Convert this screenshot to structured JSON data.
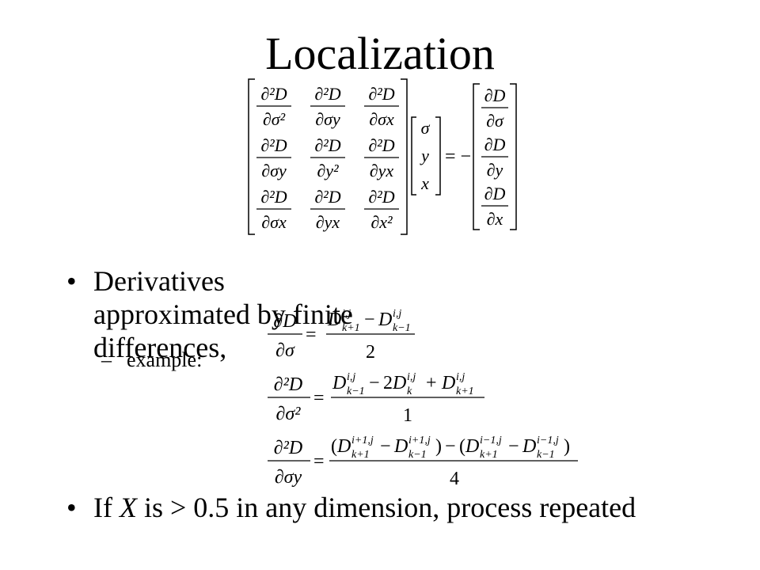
{
  "slide": {
    "title": "Localization",
    "bullets": [
      {
        "marker": "•",
        "text": "Derivatives approximated by finite differences,"
      },
      {
        "marker": "•",
        "prefix": "If ",
        "italic": "X",
        "suffix": " is > 0.5 in any dimension, process repeated"
      }
    ],
    "sub_bullets": [
      {
        "marker": "–",
        "text": "example:"
      }
    ]
  },
  "equations": {
    "matrix_system": {
      "hessian_rows": [
        [
          {
            "num": "∂²D",
            "den": "∂σ²"
          },
          {
            "num": "∂²D",
            "den": "∂σy"
          },
          {
            "num": "∂²D",
            "den": "∂σx"
          }
        ],
        [
          {
            "num": "∂²D",
            "den": "∂σy"
          },
          {
            "num": "∂²D",
            "den": "∂y²"
          },
          {
            "num": "∂²D",
            "den": "∂yx"
          }
        ],
        [
          {
            "num": "∂²D",
            "den": "∂σx"
          },
          {
            "num": "∂²D",
            "den": "∂yx"
          },
          {
            "num": "∂²D",
            "den": "∂x²"
          }
        ]
      ],
      "unknown_vector": [
        "σ",
        "y",
        "x"
      ],
      "rhs_sign": "= −",
      "gradient": [
        {
          "num": "∂D",
          "den": "∂σ"
        },
        {
          "num": "∂D",
          "den": "∂y"
        },
        {
          "num": "∂D",
          "den": "∂x"
        }
      ]
    },
    "finite_differences": [
      {
        "lhs_num": "∂D",
        "lhs_den": "∂σ",
        "rhs_num": "D^{i,j}_{k+1} − D^{i,j}_{k−1}",
        "rhs_den": "2"
      },
      {
        "lhs_num": "∂²D",
        "lhs_den": "∂σ²",
        "rhs_num": "D^{i,j}_{k−1} − 2D^{i,j}_{k} + D^{i,j}_{k+1}",
        "rhs_den": "1"
      },
      {
        "lhs_num": "∂²D",
        "lhs_den": "∂σy",
        "rhs_num": "(D^{i+1,j}_{k+1} − D^{i+1,j}_{k−1}) − (D^{i−1,j}_{k+1} − D^{i−1,j}_{k−1})",
        "rhs_den": "4"
      }
    ]
  }
}
